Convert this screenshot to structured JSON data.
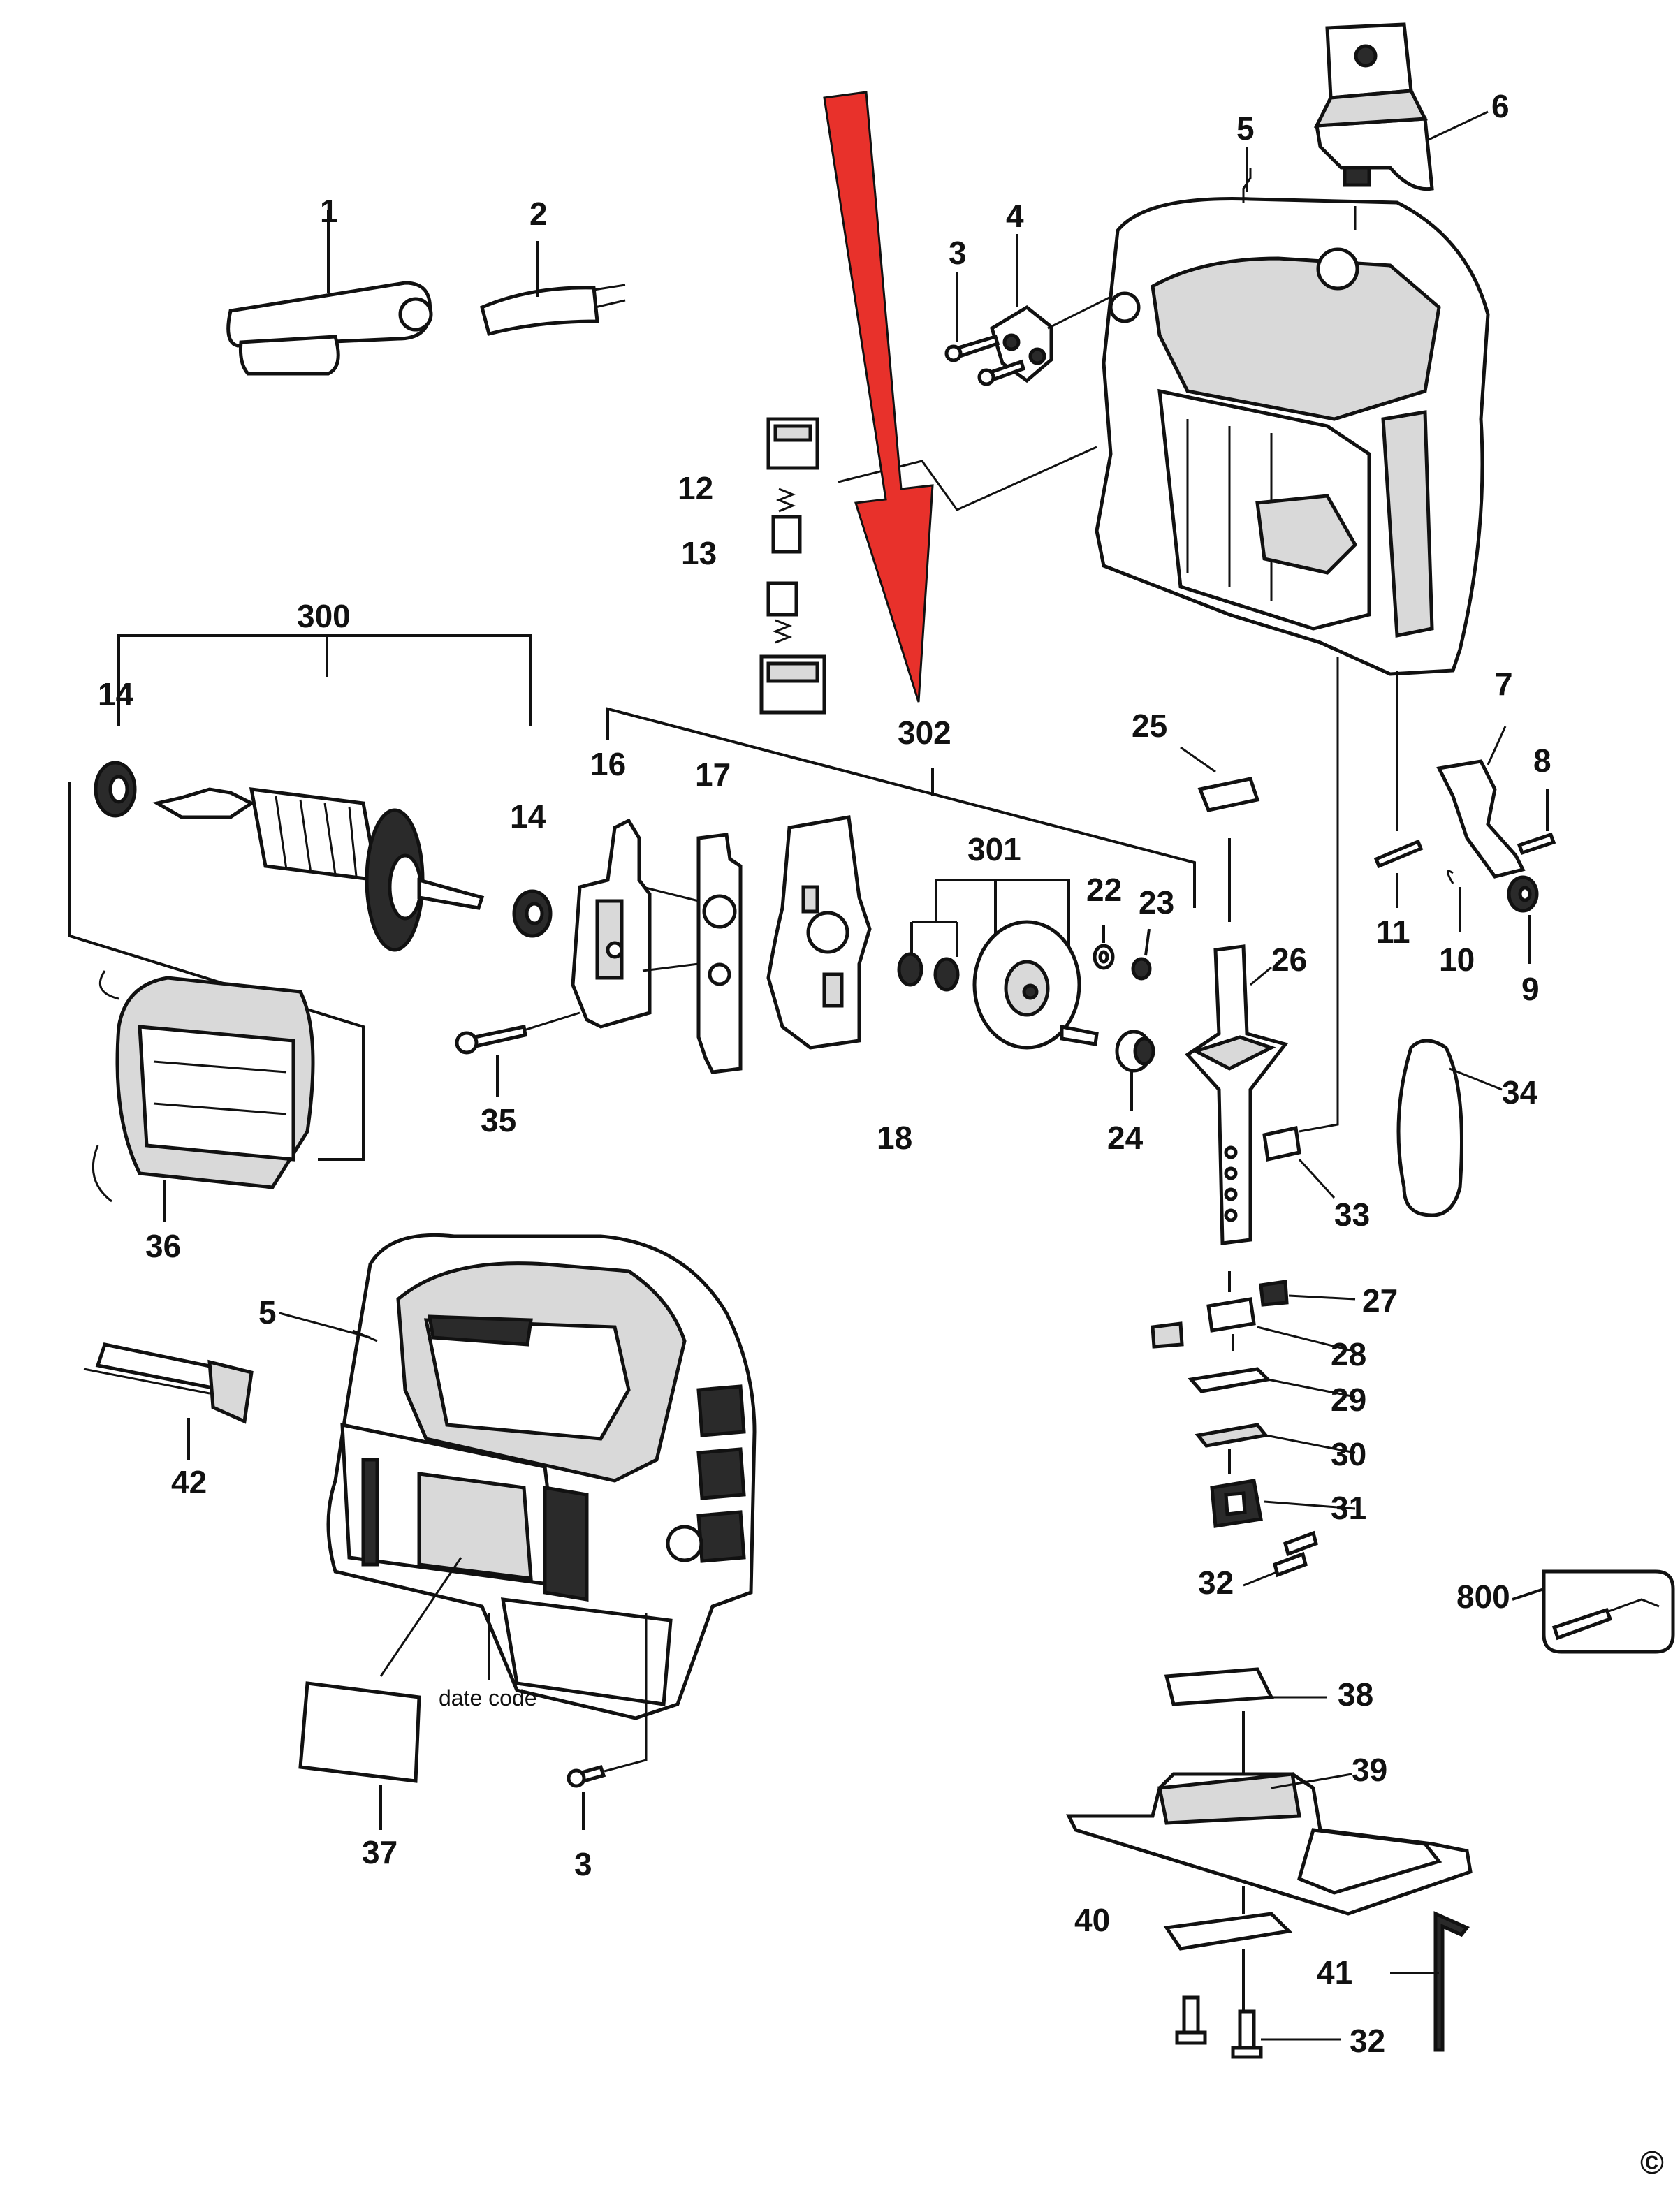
{
  "labels": {
    "p1": "1",
    "p2": "2",
    "p3a": "3",
    "p3b": "3",
    "p4": "4",
    "p5a": "5",
    "p5b": "5",
    "p6": "6",
    "p7": "7",
    "p8": "8",
    "p9": "9",
    "p10": "10",
    "p11": "11",
    "p12": "12",
    "p13": "13",
    "p14a": "14",
    "p14b": "14",
    "p16": "16",
    "p17": "17",
    "p18": "18",
    "p22": "22",
    "p23": "23",
    "p24": "24",
    "p25": "25",
    "p26": "26",
    "p27": "27",
    "p28": "28",
    "p29": "29",
    "p30": "30",
    "p31": "31",
    "p32a": "32",
    "p32b": "32",
    "p33": "33",
    "p34": "34",
    "p35": "35",
    "p36": "36",
    "p37": "37",
    "p38": "38",
    "p39": "39",
    "p40": "40",
    "p41": "41",
    "p42": "42",
    "p300": "300",
    "p301": "301",
    "p302": "302",
    "p800": "800"
  },
  "date_code_note": "date code",
  "copyright": "©",
  "colors": {
    "highlight_arrow": "#e8312b",
    "ink": "#111111"
  },
  "icons": {
    "callout_arrow": "down-arrow-icon"
  }
}
